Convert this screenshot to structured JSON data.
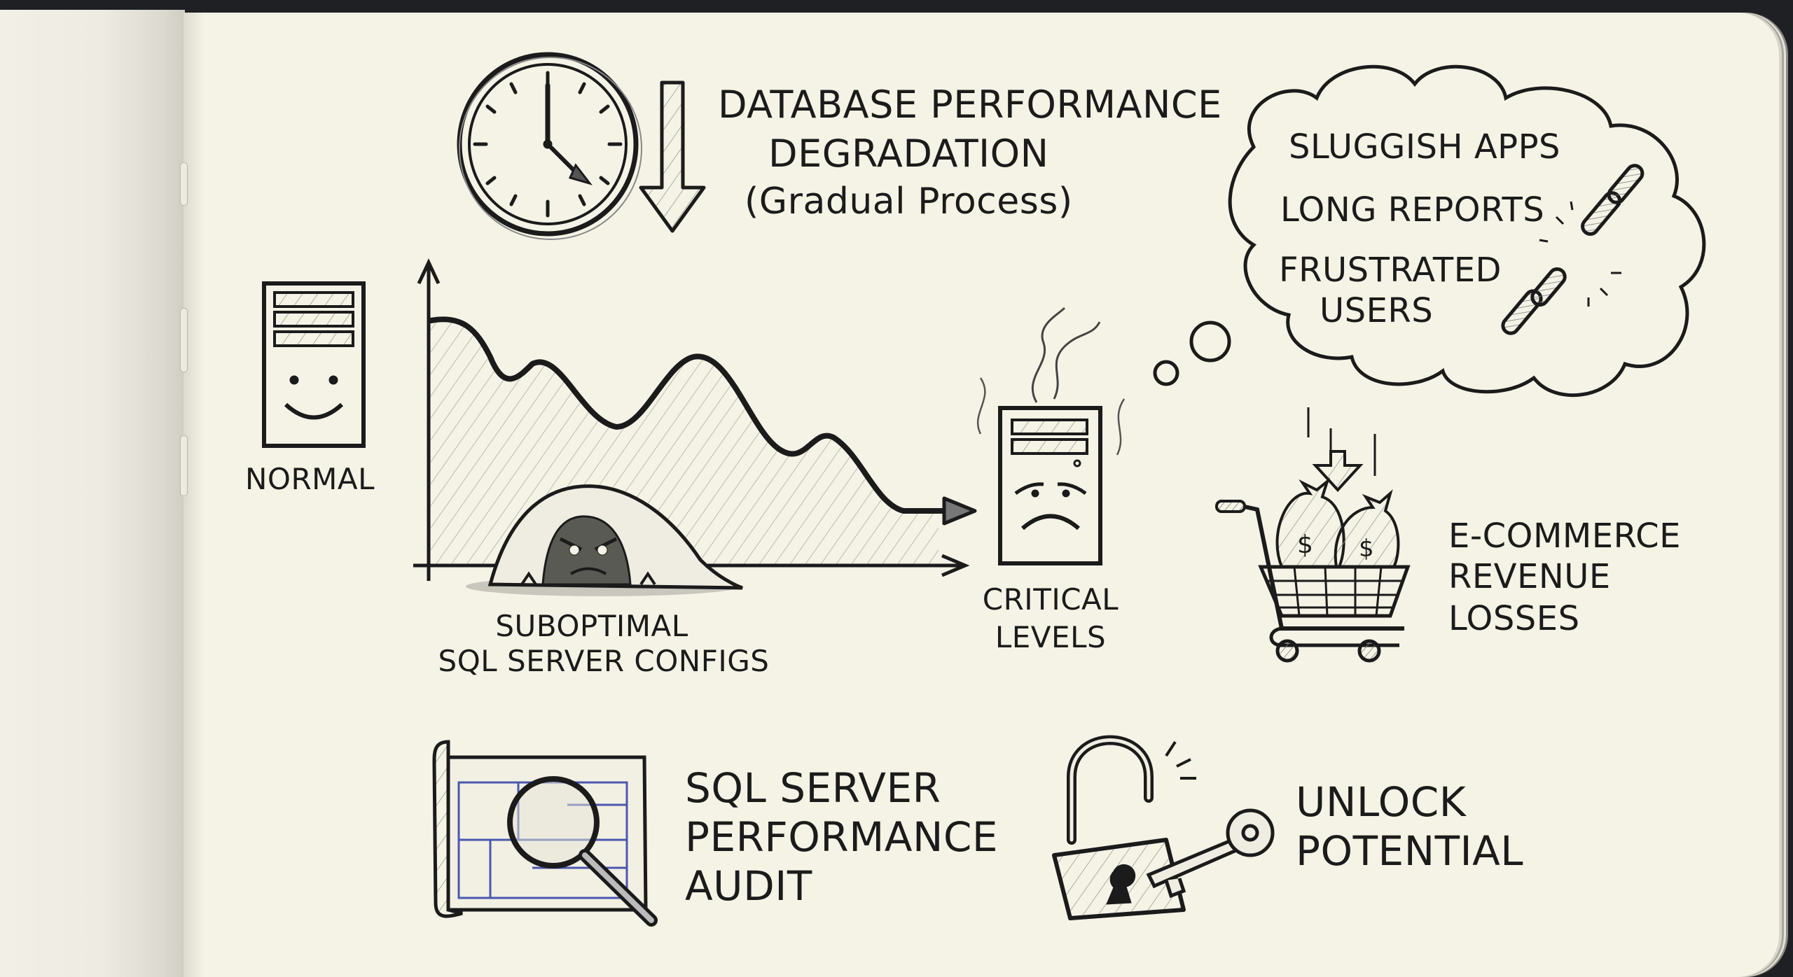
{
  "colors": {
    "paper": "#f5f3e6",
    "ink": "#1b1b1b",
    "hatch": "#8a8a84",
    "blueprint": "#4a58b0",
    "background": "#1e2024"
  },
  "header": {
    "title_line1": "DATABASE PERFORMANCE",
    "title_line2": "DEGRADATION",
    "subtitle": "(Gradual Process)",
    "icons": [
      "clock-icon",
      "down-arrow-icon"
    ]
  },
  "thought_cloud": {
    "items": [
      "SLUGGISH APPS",
      "LONG REPORTS",
      "FRUSTRATED",
      "USERS"
    ],
    "icon": "broken-chain-icon"
  },
  "chart_section": {
    "start_label": "NORMAL",
    "start_icon": "happy-server-icon",
    "cause_line1": "SUBOPTIMAL",
    "cause_line2": "SQL SERVER CONFIGS",
    "cause_icon": "hidden-monster-icon",
    "end_line1": "CRITICAL",
    "end_line2": "LEVELS",
    "end_icon": "sad-overheating-server-icon"
  },
  "impact": {
    "line1": "E-COMMERCE",
    "line2": "REVENUE",
    "line3": "LOSSES",
    "icon": "shopping-cart-money-bags-icon"
  },
  "solutions": [
    {
      "line1": "SQL SERVER",
      "line2": "PERFORMANCE",
      "line3": "AUDIT",
      "icon": "blueprint-magnifier-icon"
    },
    {
      "line1": "UNLOCK",
      "line2": "POTENTIAL",
      "icon": "padlock-key-icon"
    }
  ],
  "chart_data": {
    "type": "area",
    "title": "Database Performance Degradation",
    "xlabel": "",
    "ylabel": "",
    "x": [
      0,
      1,
      2,
      3,
      4,
      5,
      6,
      7,
      8,
      9,
      10
    ],
    "values": [
      88,
      86,
      62,
      68,
      50,
      74,
      55,
      36,
      42,
      18,
      16
    ],
    "annotations": [
      "NORMAL (start)",
      "CRITICAL LEVELS (end)"
    ],
    "grid": false
  }
}
